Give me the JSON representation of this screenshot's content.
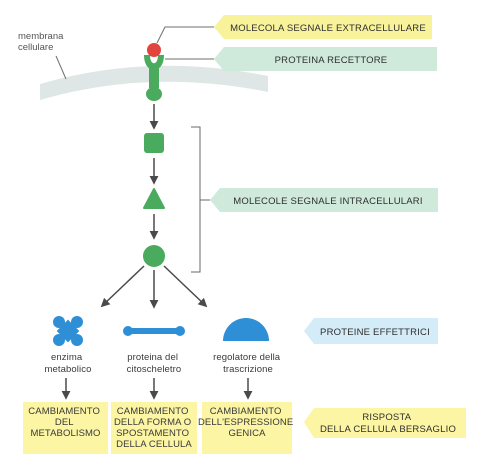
{
  "labels": {
    "membrane": [
      "membrana",
      "cellulare"
    ],
    "extracellular_signal": "MOLECOLA SEGNALE EXTRACELLULARE",
    "receptor_protein": "PROTEINA RECETTORE",
    "intracellular_signals": "MOLECOLE SEGNALE INTRACELLULARI",
    "effector_proteins": "PROTEINE EFFETTRICI",
    "effectors": [
      [
        "enzima",
        "metabolico"
      ],
      [
        "proteina del",
        "citoscheletro"
      ],
      [
        "regolatore della",
        "trascrizione"
      ]
    ],
    "outcomes": [
      [
        "CAMBIAMENTO",
        "DEL",
        "METABOLISMO"
      ],
      [
        "CAMBIAMENTO",
        "DELLA FORMA O",
        "SPOSTAMENTO",
        "DELLA CELLULA"
      ],
      [
        "CAMBIAMENTO",
        "DELL'ESPRESSIONE",
        "GENICA"
      ]
    ],
    "target_response": [
      "RISPOSTA",
      "DELLA CELLULA BERSAGLIO"
    ]
  },
  "colors": {
    "green": "#4aaa5e",
    "blue": "#2f8fd6",
    "signal_red": "#e2453f",
    "membrane": "#dfe7e6",
    "yellow_tag": "#f8f29a",
    "mint_tag": "#cfeadb",
    "blue_tag": "#d4ebf8",
    "outcome_box": "#fbf5a4",
    "arrow": "#4a4a4a",
    "bracket": "#6a6a6a"
  }
}
